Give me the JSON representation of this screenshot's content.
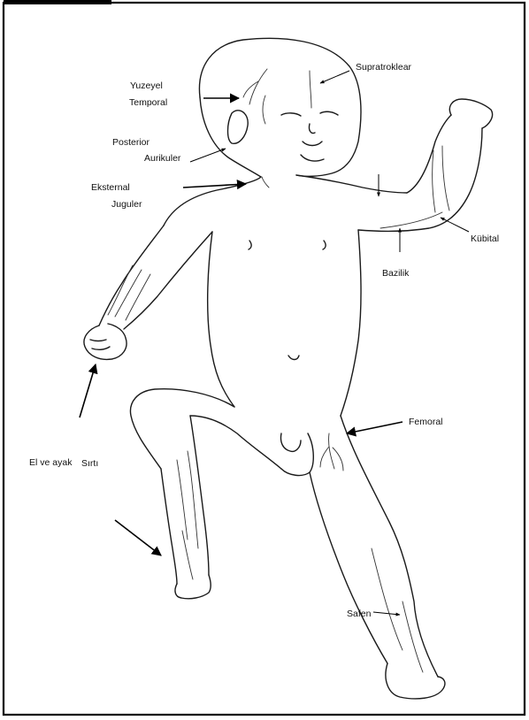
{
  "labels": {
    "yuzeyel": "Yuzeyel",
    "temporal": "Temporal",
    "posterior": "Posterior",
    "aurikuler": "Aurikuler",
    "eksternal": "Eksternal",
    "juguler": "Juguler",
    "supratroklear": "Supratroklear",
    "kubital": "Kübital",
    "bazilik": "Bazilik",
    "femoral": "Femoral",
    "el_ve_ayak": "El ve ayak",
    "sirti": "Sırtı",
    "safen": "Safen"
  }
}
